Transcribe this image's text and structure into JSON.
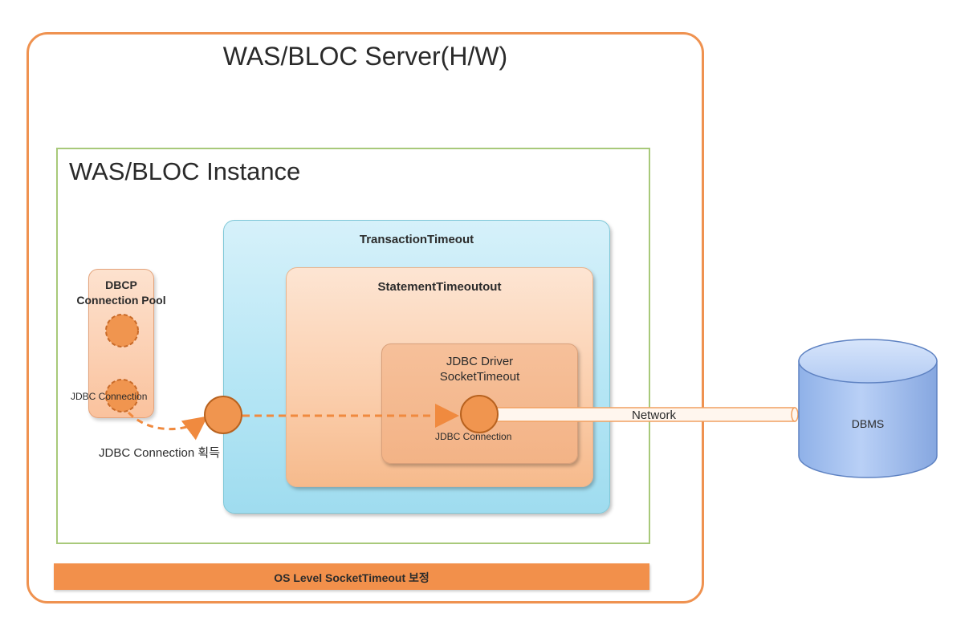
{
  "server": {
    "title": "WAS/BLOC Server(H/W)"
  },
  "instance": {
    "title": "WAS/BLOC Instance"
  },
  "transaction": {
    "title": "TransactionTimeout"
  },
  "statement": {
    "title": "StatementTimeoutout"
  },
  "driver": {
    "title_line1": "JDBC Driver",
    "title_line2": "SocketTimeout",
    "connection_label": "JDBC Connection"
  },
  "pool": {
    "title_line1": "DBCP",
    "title_line2": "Connection Pool",
    "connection_label": "JDBC Connection"
  },
  "acquire_label": "JDBC Connection 획득",
  "network_label": "Network",
  "dbms_label": "DBMS",
  "os_bar_label": "OS Level SocketTimeout 보정",
  "colors": {
    "server_border": "#ef9250",
    "instance_border": "#a8c97a",
    "transaction_fill": "#b6e6f5",
    "statement_fill": "#fbcfae",
    "node_fill": "#f0954f",
    "dbms_fill": "#a9c4f0",
    "os_bar_fill": "#f2904b"
  }
}
